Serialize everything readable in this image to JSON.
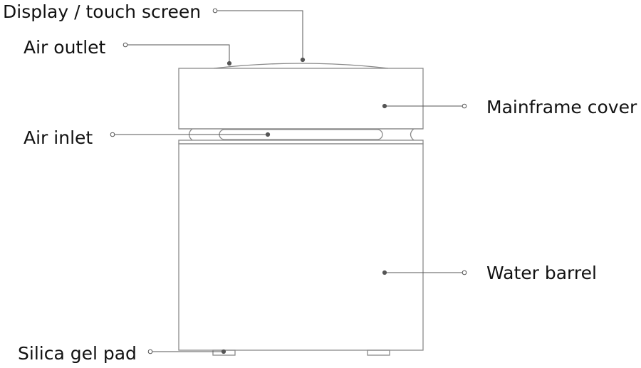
{
  "labels": {
    "display": "Display / touch screen",
    "air_outlet": "Air outlet",
    "mainframe_cover": "Mainframe cover",
    "air_inlet": "Air inlet",
    "water_barrel": "Water barrel",
    "silica_gel_pad": "Silica gel pad"
  },
  "colors": {
    "outline": "#8a8a8a",
    "leader": "#555555",
    "text": "#111111",
    "background": "#ffffff"
  }
}
